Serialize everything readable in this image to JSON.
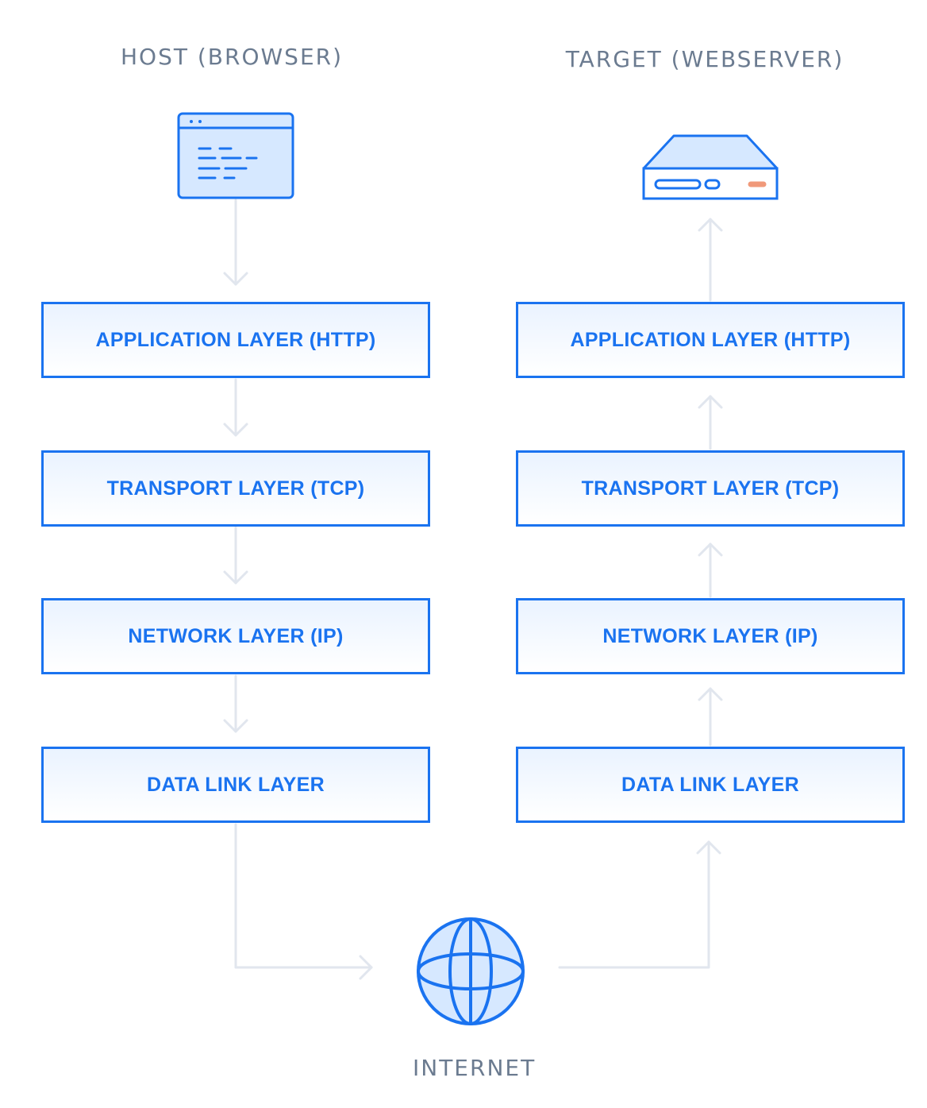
{
  "host": {
    "title": "HOST (BROWSER)",
    "icon": "browser-window-icon",
    "layers": [
      "APPLICATION LAYER (HTTP)",
      "TRANSPORT LAYER (TCP)",
      "NETWORK LAYER (IP)",
      "DATA LINK LAYER"
    ]
  },
  "target": {
    "title": "TARGET (WEBSERVER)",
    "icon": "server-icon",
    "layers": [
      "APPLICATION LAYER (HTTP)",
      "TRANSPORT LAYER (TCP)",
      "NETWORK LAYER (IP)",
      "DATA LINK LAYER"
    ]
  },
  "internet": {
    "label": "INTERNET",
    "icon": "globe-icon"
  },
  "colors": {
    "accent": "#1a73f0",
    "accent_fill": "#d6e8ff",
    "arrow": "#e1e6ee",
    "title_text": "#6b7b90",
    "server_led": "#f0997a"
  }
}
